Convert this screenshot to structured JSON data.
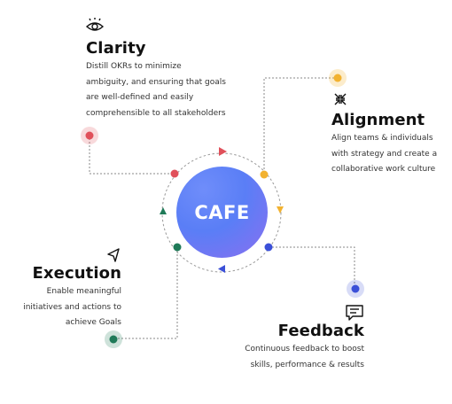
{
  "center": {
    "label": "CAFE"
  },
  "items": [
    {
      "key": "clarity",
      "title": "Clarity",
      "icon": "eye-icon",
      "color": "#e0505a",
      "lines": [
        "Distill OKRs  to minimize",
        "ambiguity, and ensuring that goals",
        "are well-defined and easily",
        "comprehensible to all stakeholders"
      ]
    },
    {
      "key": "alignment",
      "title": "Alignment",
      "icon": "compress-arrows-icon",
      "color": "#f2b230",
      "lines": [
        "Align teams & individuals",
        "with strategy and create a",
        "collaborative work culture"
      ]
    },
    {
      "key": "execution",
      "title": "Execution",
      "icon": "cursor-arrow-icon",
      "color": "#1f7a58",
      "lines": [
        "Enable meaningful",
        "initiatives and  actions to",
        "achieve Goals"
      ]
    },
    {
      "key": "feedback",
      "title": "Feedback",
      "icon": "chat-bubble-icon",
      "color": "#3b50d8",
      "lines": [
        "Continuous feedback to boost",
        "skills, performance & results"
      ]
    }
  ],
  "colors": {
    "hub_from": "#5a7ef6",
    "hub_to": "#8a6ff0",
    "connector": "#8a8a8a"
  }
}
